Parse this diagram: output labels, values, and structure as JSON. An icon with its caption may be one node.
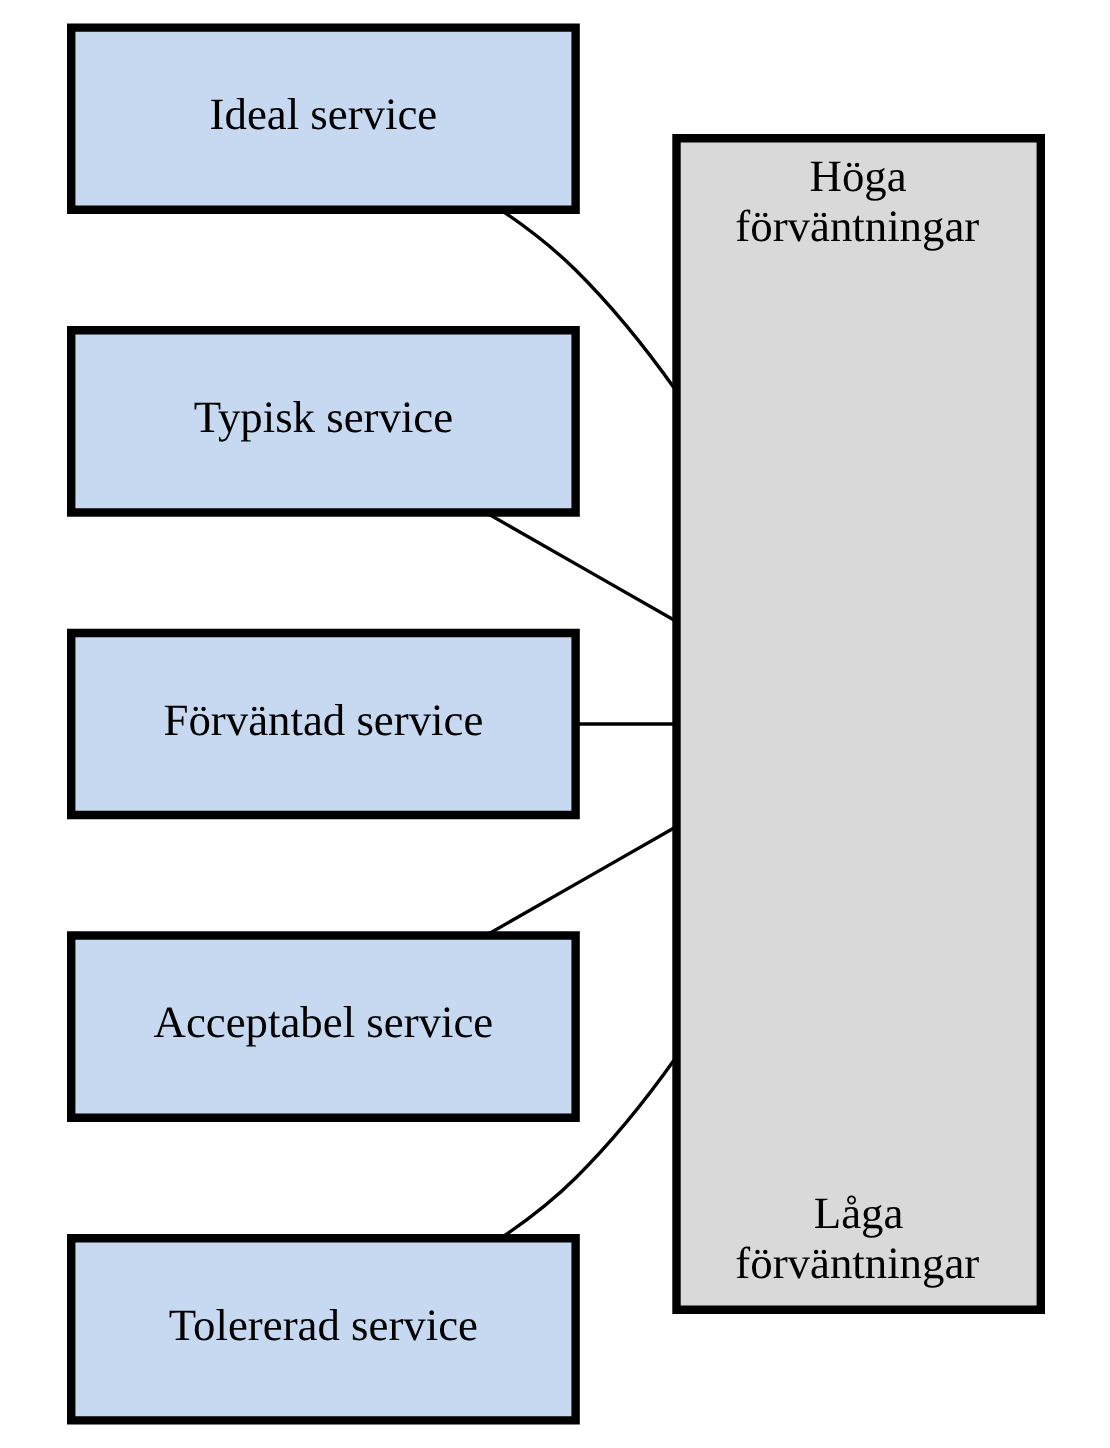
{
  "diagram": {
    "nodes": [
      {
        "text": [
          "Höga förväntningar",
          "Låga förväntningar"
        ]
      },
      {
        "text": [
          "Ideal service"
        ]
      },
      {
        "text": [
          "Typisk service"
        ]
      },
      {
        "text": [
          "Förväntad service"
        ]
      },
      {
        "text": [
          "Acceptabel service"
        ]
      },
      {
        "text": [
          "Tolererad service"
        ]
      }
    ],
    "edges": [
      {
        "from": 1,
        "to": 0,
        "arrow": "none"
      },
      {
        "from": 2,
        "to": 0,
        "arrow": "none"
      },
      {
        "from": 3,
        "to": 0,
        "arrow": "none"
      },
      {
        "from": 4,
        "to": 0,
        "arrow": "none"
      },
      {
        "from": 5,
        "to": 0,
        "arrow": "none"
      }
    ]
  }
}
